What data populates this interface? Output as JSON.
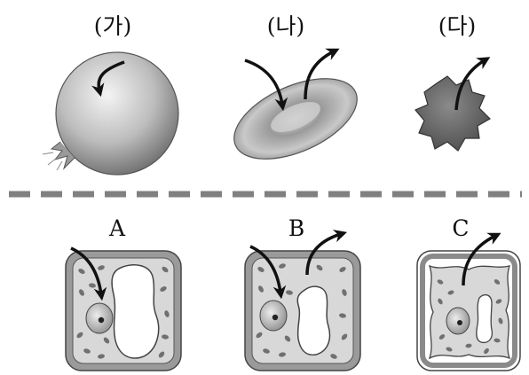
{
  "top_labels": [
    "(가)",
    "(나)",
    "(다)"
  ],
  "bottom_labels": [
    "A",
    "B",
    "C"
  ],
  "colors": {
    "arrow": "#111111",
    "cell_wall": "#8a8a8a",
    "cytoplasm": "#d6d6d6",
    "organelle": "#6c6c6c",
    "divider": "#808080"
  }
}
